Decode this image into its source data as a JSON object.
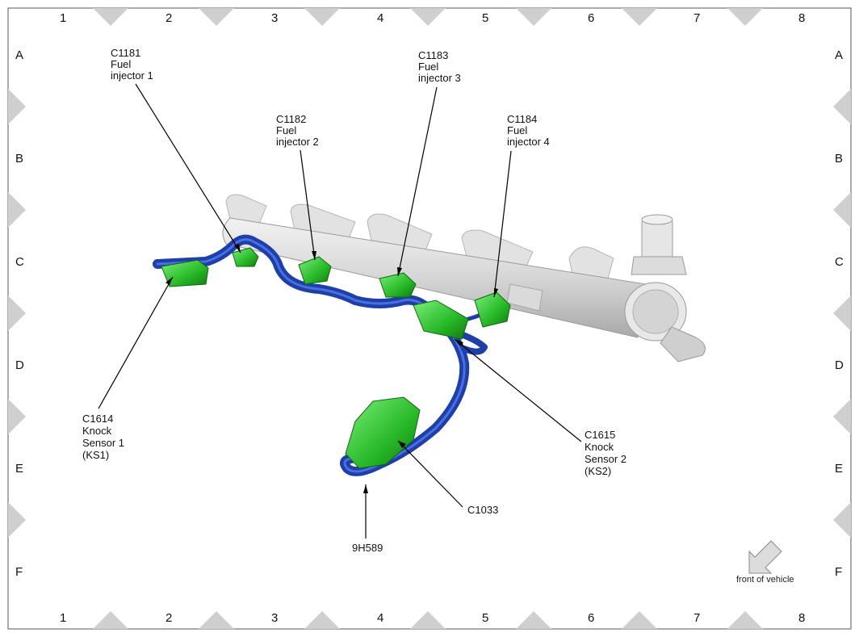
{
  "grid": {
    "columns": [
      "1",
      "2",
      "3",
      "4",
      "5",
      "6",
      "7",
      "8"
    ],
    "rows": [
      "A",
      "B",
      "C",
      "D",
      "E",
      "F"
    ]
  },
  "callouts": [
    {
      "id": "c1181",
      "lines": [
        "C1181",
        "Fuel",
        "injector 1"
      ]
    },
    {
      "id": "c1182",
      "lines": [
        "C1182",
        "Fuel",
        "injector 2"
      ]
    },
    {
      "id": "c1183",
      "lines": [
        "C1183",
        "Fuel",
        "injector 3"
      ]
    },
    {
      "id": "c1184",
      "lines": [
        "C1184",
        "Fuel",
        "injector 4"
      ]
    },
    {
      "id": "c1614",
      "lines": [
        "C1614",
        "Knock",
        "Sensor 1",
        "(KS1)"
      ]
    },
    {
      "id": "c1615",
      "lines": [
        "C1615",
        "Knock",
        "Sensor 2",
        "(KS2)"
      ]
    },
    {
      "id": "c1033",
      "lines": [
        "C1033"
      ]
    },
    {
      "id": "h9h589",
      "lines": [
        "9H589"
      ]
    }
  ],
  "orientation": {
    "label": "front of vehicle"
  },
  "colors": {
    "harness": "#1f3fa8",
    "connector": "#2fbf2f",
    "rail": "#d9d9d9",
    "marker": "#c8c8c8"
  }
}
